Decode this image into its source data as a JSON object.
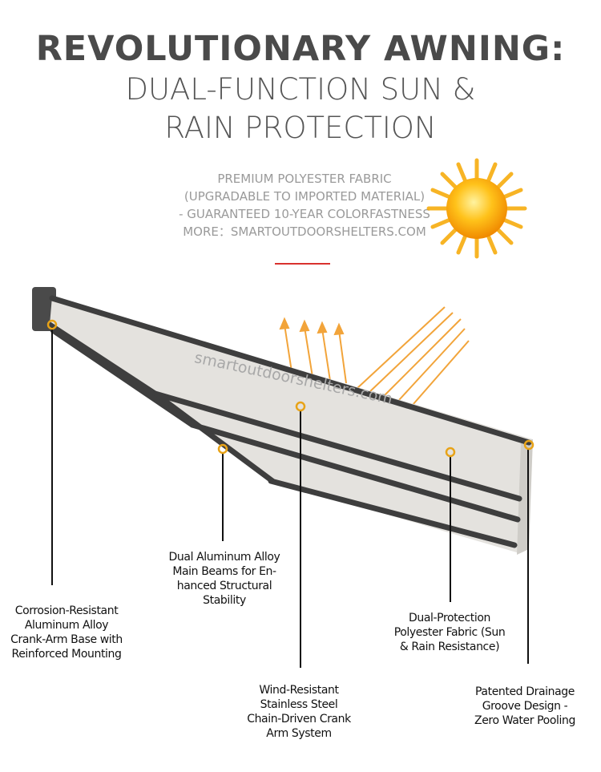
{
  "header": {
    "title_line1": "REVOLUTIONARY AWNING:",
    "title_line2": "DUAL-FUNCTION SUN &",
    "title_line3": "RAIN PROTECTION"
  },
  "subtitle": {
    "line1": "PREMIUM POLYESTER FABRIC",
    "line2": "(UPGRADABLE TO IMPORTED MATERIAL)",
    "line3": "- GUARANTEED 10-YEAR COLORFASTNESS",
    "line4": "MORE：SMARTOUTDOORSHELTERS.COM"
  },
  "watermark": "smartoutdoorshelters.com",
  "callouts": [
    {
      "lines": [
        "Corrosion-Resistant",
        "Aluminum Alloy",
        "Crank-Arm Base with",
        "Reinforced Mounting"
      ]
    },
    {
      "lines": [
        "Dual Aluminum Alloy",
        "Main Beams for En-",
        "hanced Structural",
        "Stability"
      ]
    },
    {
      "lines": [
        "Wind-Resistant",
        "Stainless Steel",
        "Chain-Driven Crank",
        "Arm System"
      ]
    },
    {
      "lines": [
        "Dual-Protection",
        "Polyester Fabric (Sun",
        "& Rain Resistance)"
      ]
    },
    {
      "lines": [
        "Patented Drainage",
        "Groove Design -",
        "Zero Water Pooling"
      ]
    }
  ],
  "colors": {
    "accent_red": "#d9322e",
    "sun": "#f6a800",
    "marker": "#e8a317",
    "frame": "#3e3e3e"
  }
}
